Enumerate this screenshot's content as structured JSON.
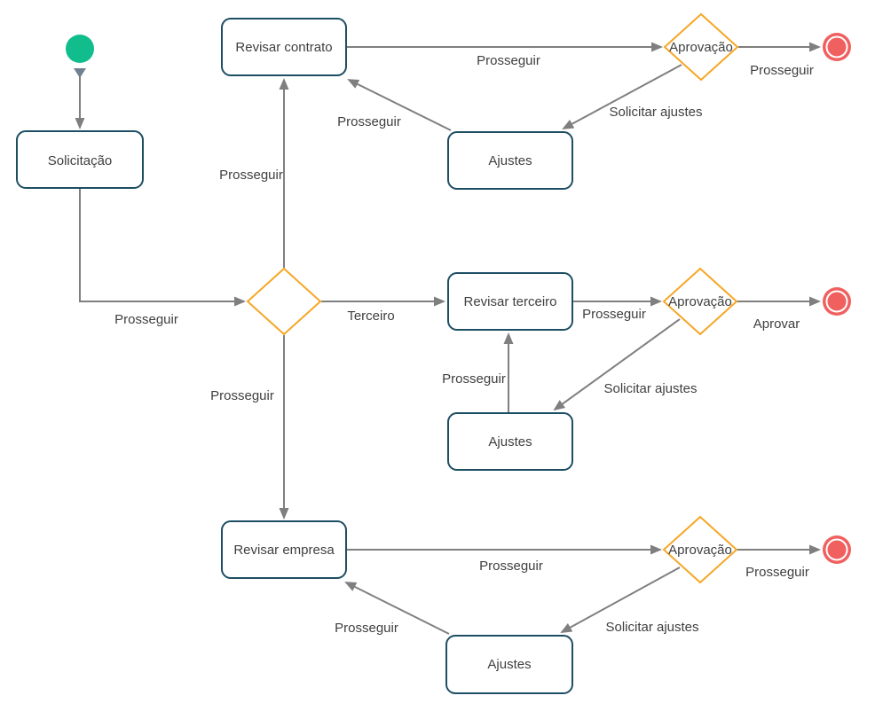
{
  "diagram": {
    "type": "workflow-flowchart",
    "colors": {
      "task_border": "#1d4e63",
      "gateway_border": "#f6a726",
      "edge": "#7f7f7f",
      "start_node": "#12bd8d",
      "end_node": "#f0605f",
      "text": "#3f3f3f"
    },
    "nodes": {
      "start": {
        "type": "start-event",
        "label": ""
      },
      "solicitacao": {
        "type": "task",
        "label": "Solicitação"
      },
      "decision": {
        "type": "gateway",
        "label": ""
      },
      "revisar_contrato": {
        "type": "task",
        "label": "Revisar contrato"
      },
      "aprovacao_contrato": {
        "type": "gateway",
        "label": "Aprovação"
      },
      "ajustes_contrato": {
        "type": "task",
        "label": "Ajustes"
      },
      "end_contrato": {
        "type": "end-event",
        "label": ""
      },
      "revisar_terceiro": {
        "type": "task",
        "label": "Revisar terceiro"
      },
      "aprovacao_terceiro": {
        "type": "gateway",
        "label": "Aprovação"
      },
      "ajustes_terceiro": {
        "type": "task",
        "label": "Ajustes"
      },
      "end_terceiro": {
        "type": "end-event",
        "label": ""
      },
      "revisar_empresa": {
        "type": "task",
        "label": "Revisar empresa"
      },
      "aprovacao_empresa": {
        "type": "gateway",
        "label": "Aprovação"
      },
      "ajustes_empresa": {
        "type": "task",
        "label": "Ajustes"
      },
      "end_empresa": {
        "type": "end-event",
        "label": ""
      }
    },
    "edges": [
      {
        "from": "start",
        "to": "solicitacao",
        "label": ""
      },
      {
        "from": "solicitacao",
        "to": "decision",
        "label": "Prosseguir"
      },
      {
        "from": "decision",
        "to": "revisar_contrato",
        "label": "Prosseguir"
      },
      {
        "from": "revisar_contrato",
        "to": "aprovacao_contrato",
        "label": "Prosseguir"
      },
      {
        "from": "aprovacao_contrato",
        "to": "end_contrato",
        "label": "Prosseguir"
      },
      {
        "from": "aprovacao_contrato",
        "to": "ajustes_contrato",
        "label": "Solicitar ajustes"
      },
      {
        "from": "ajustes_contrato",
        "to": "revisar_contrato",
        "label": "Prosseguir"
      },
      {
        "from": "decision",
        "to": "revisar_terceiro",
        "label": "Terceiro"
      },
      {
        "from": "revisar_terceiro",
        "to": "aprovacao_terceiro",
        "label": "Prosseguir"
      },
      {
        "from": "aprovacao_terceiro",
        "to": "end_terceiro",
        "label": "Aprovar"
      },
      {
        "from": "aprovacao_terceiro",
        "to": "ajustes_terceiro",
        "label": "Solicitar ajustes"
      },
      {
        "from": "ajustes_terceiro",
        "to": "revisar_terceiro",
        "label": "Prosseguir"
      },
      {
        "from": "decision",
        "to": "revisar_empresa",
        "label": "Prosseguir"
      },
      {
        "from": "revisar_empresa",
        "to": "aprovacao_empresa",
        "label": "Prosseguir"
      },
      {
        "from": "aprovacao_empresa",
        "to": "end_empresa",
        "label": "Prosseguir"
      },
      {
        "from": "aprovacao_empresa",
        "to": "ajustes_empresa",
        "label": "Solicitar ajustes"
      },
      {
        "from": "ajustes_empresa",
        "to": "revisar_empresa",
        "label": "Prosseguir"
      }
    ]
  }
}
